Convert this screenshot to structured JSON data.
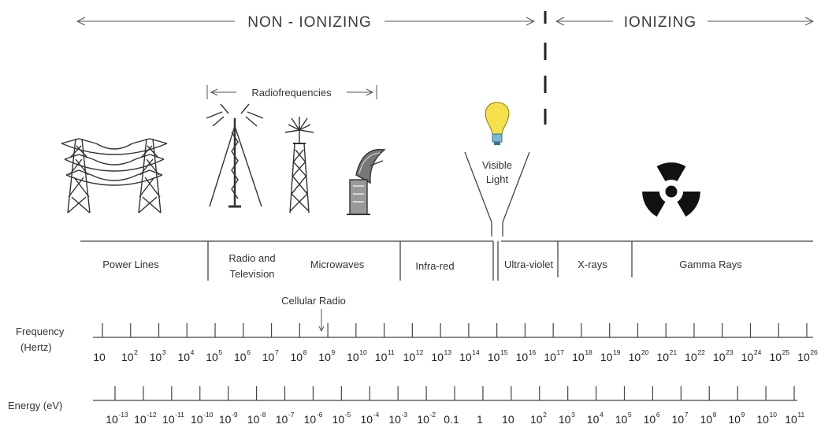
{
  "header": {
    "non_ionizing": "NON - IONIZING",
    "ionizing": "IONIZING"
  },
  "radiofrequencies_label": "Radiofrequencies",
  "visible_light_label_1": "Visible",
  "visible_light_label_2": "Light",
  "bands": [
    {
      "label": "Power Lines"
    },
    {
      "label": "Radio and",
      "label2": "Television"
    },
    {
      "label": "Microwaves"
    },
    {
      "label": "Infra-red"
    },
    {
      "label": "Ultra-violet"
    },
    {
      "label": "X-rays"
    },
    {
      "label": "Gamma Rays"
    }
  ],
  "cellular_label": "Cellular Radio",
  "frequency_axis": {
    "label_1": "Frequency",
    "label_2": "(Hertz)",
    "ticks": [
      {
        "base": "10",
        "exp": ""
      },
      {
        "base": "10",
        "exp": "2"
      },
      {
        "base": "10",
        "exp": "3"
      },
      {
        "base": "10",
        "exp": "4"
      },
      {
        "base": "10",
        "exp": "5"
      },
      {
        "base": "10",
        "exp": "6"
      },
      {
        "base": "10",
        "exp": "7"
      },
      {
        "base": "10",
        "exp": "8"
      },
      {
        "base": "10",
        "exp": "9"
      },
      {
        "base": "10",
        "exp": "10"
      },
      {
        "base": "10",
        "exp": "11"
      },
      {
        "base": "10",
        "exp": "12"
      },
      {
        "base": "10",
        "exp": "13"
      },
      {
        "base": "10",
        "exp": "14"
      },
      {
        "base": "10",
        "exp": "15"
      },
      {
        "base": "10",
        "exp": "16"
      },
      {
        "base": "10",
        "exp": "17"
      },
      {
        "base": "10",
        "exp": "18"
      },
      {
        "base": "10",
        "exp": "19"
      },
      {
        "base": "10",
        "exp": "20"
      },
      {
        "base": "10",
        "exp": "21"
      },
      {
        "base": "10",
        "exp": "22"
      },
      {
        "base": "10",
        "exp": "23"
      },
      {
        "base": "10",
        "exp": "24"
      },
      {
        "base": "10",
        "exp": "25"
      },
      {
        "base": "10",
        "exp": "26"
      }
    ]
  },
  "energy_axis": {
    "label": "Energy (eV)",
    "ticks": [
      {
        "base": "10",
        "exp": "-13"
      },
      {
        "base": "10",
        "exp": "-12"
      },
      {
        "base": "10",
        "exp": "-11"
      },
      {
        "base": "10",
        "exp": "-10"
      },
      {
        "base": "10",
        "exp": "-9"
      },
      {
        "base": "10",
        "exp": "-8"
      },
      {
        "base": "10",
        "exp": "-7"
      },
      {
        "base": "10",
        "exp": "-6"
      },
      {
        "base": "10",
        "exp": "-5"
      },
      {
        "base": "10",
        "exp": "-4"
      },
      {
        "base": "10",
        "exp": "-3"
      },
      {
        "base": "10",
        "exp": "-2"
      },
      {
        "base": "0.1",
        "exp": ""
      },
      {
        "base": "1",
        "exp": ""
      },
      {
        "base": "10",
        "exp": ""
      },
      {
        "base": "10",
        "exp": "2"
      },
      {
        "base": "10",
        "exp": "3"
      },
      {
        "base": "10",
        "exp": "4"
      },
      {
        "base": "10",
        "exp": "5"
      },
      {
        "base": "10",
        "exp": "6"
      },
      {
        "base": "10",
        "exp": "7"
      },
      {
        "base": "10",
        "exp": "8"
      },
      {
        "base": "10",
        "exp": "9"
      },
      {
        "base": "10",
        "exp": "10"
      },
      {
        "base": "10",
        "exp": "11"
      }
    ]
  },
  "icons": [
    "power-line-towers-icon",
    "radio-tower-icon",
    "cellular-tower-icon",
    "satellite-dish-icon",
    "light-bulb-icon",
    "radiation-trefoil-icon"
  ],
  "colors": {
    "bulb": "#f4e04d",
    "ink": "#333333"
  }
}
